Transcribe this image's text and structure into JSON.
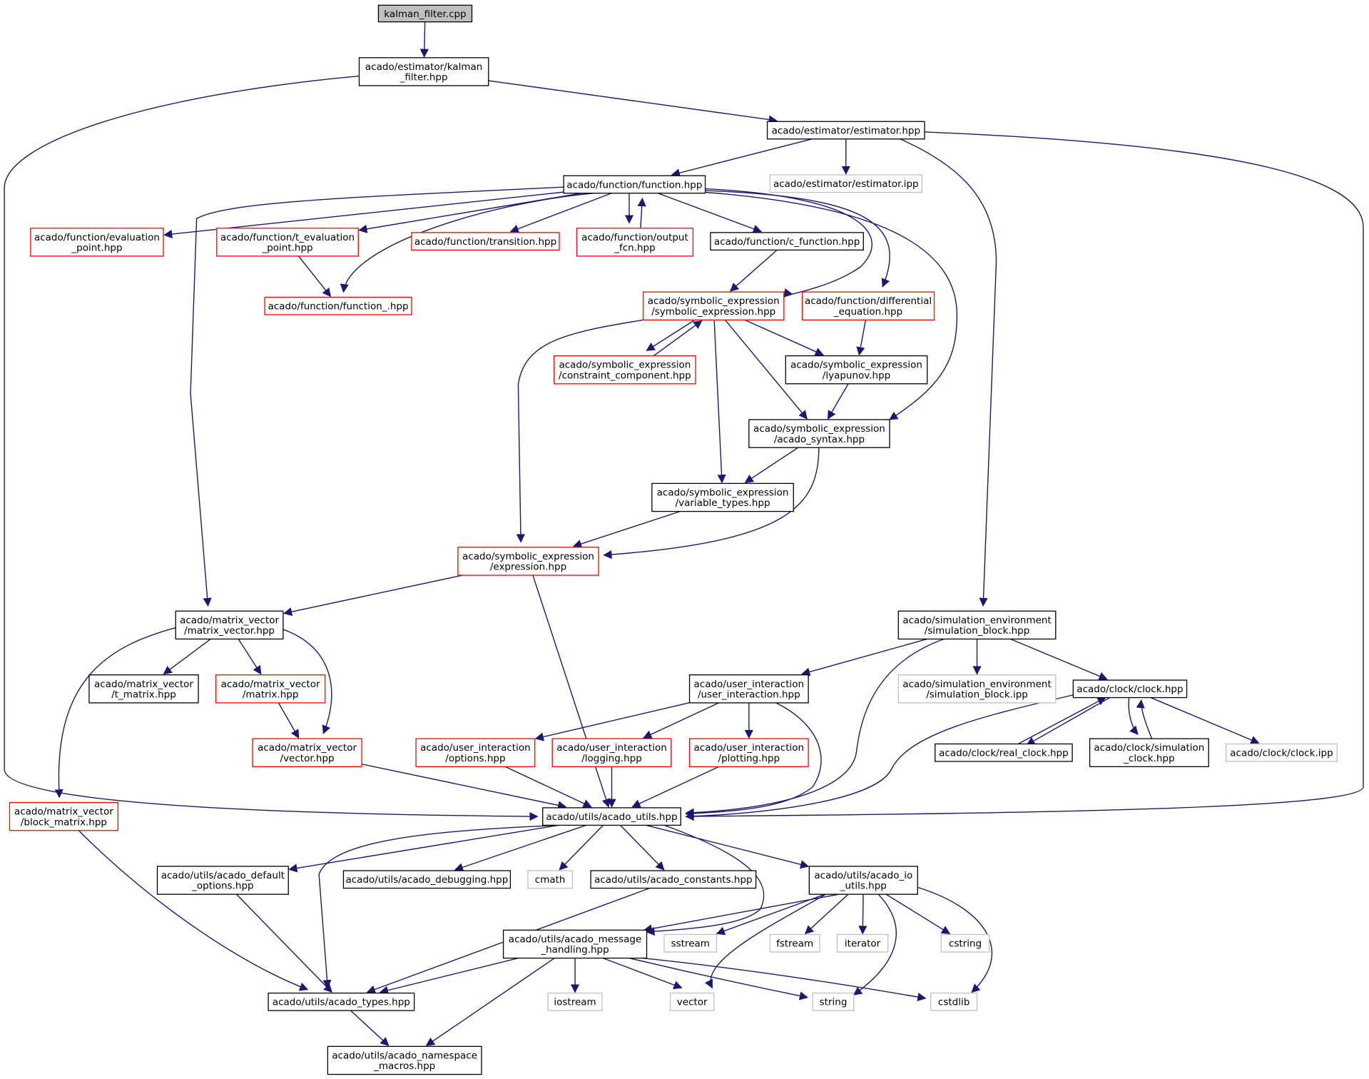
{
  "colors": {
    "edge": "#191970",
    "normal_border": "#000000",
    "truncated_border": "#ff0000",
    "external_border": "#bfbfbf",
    "root_fill": "#bfbfbf"
  },
  "nodes": {
    "kalman_cpp": {
      "lines": [
        "kalman_filter.cpp"
      ],
      "kind": "root"
    },
    "kalman_hpp": {
      "lines": [
        "acado/estimator/kalman",
        "_filter.hpp"
      ],
      "kind": "normal"
    },
    "estimator_hpp": {
      "lines": [
        "acado/estimator/estimator.hpp"
      ],
      "kind": "normal"
    },
    "estimator_ipp": {
      "lines": [
        "acado/estimator/estimator.ipp"
      ],
      "kind": "external"
    },
    "function_hpp": {
      "lines": [
        "acado/function/function.hpp"
      ],
      "kind": "normal"
    },
    "evaluation_point": {
      "lines": [
        "acado/function/evaluation",
        "_point.hpp"
      ],
      "kind": "truncated"
    },
    "t_evaluation_point": {
      "lines": [
        "acado/function/t_evaluation",
        "_point.hpp"
      ],
      "kind": "truncated"
    },
    "transition": {
      "lines": [
        "acado/function/transition.hpp"
      ],
      "kind": "truncated"
    },
    "output_fcn": {
      "lines": [
        "acado/function/output",
        "_fcn.hpp"
      ],
      "kind": "truncated"
    },
    "c_function": {
      "lines": [
        "acado/function/c_function.hpp"
      ],
      "kind": "normal"
    },
    "function_": {
      "lines": [
        "acado/function/function_.hpp"
      ],
      "kind": "truncated"
    },
    "symbolic_expression": {
      "lines": [
        "acado/symbolic_expression",
        "/symbolic_expression.hpp"
      ],
      "kind": "truncated"
    },
    "differential_equation": {
      "lines": [
        "acado/function/differential",
        "_equation.hpp"
      ],
      "kind": "truncated"
    },
    "constraint_component": {
      "lines": [
        "acado/symbolic_expression",
        "/constraint_component.hpp"
      ],
      "kind": "truncated"
    },
    "lyapunov": {
      "lines": [
        "acado/symbolic_expression",
        "/lyapunov.hpp"
      ],
      "kind": "normal"
    },
    "acado_syntax": {
      "lines": [
        "acado/symbolic_expression",
        "/acado_syntax.hpp"
      ],
      "kind": "normal"
    },
    "variable_types": {
      "lines": [
        "acado/symbolic_expression",
        "/variable_types.hpp"
      ],
      "kind": "normal"
    },
    "expression": {
      "lines": [
        "acado/symbolic_expression",
        "/expression.hpp"
      ],
      "kind": "truncated"
    },
    "matrix_vector": {
      "lines": [
        "acado/matrix_vector",
        "/matrix_vector.hpp"
      ],
      "kind": "normal"
    },
    "t_matrix": {
      "lines": [
        "acado/matrix_vector",
        "/t_matrix.hpp"
      ],
      "kind": "normal"
    },
    "matrix": {
      "lines": [
        "acado/matrix_vector",
        "/matrix.hpp"
      ],
      "kind": "truncated"
    },
    "vector": {
      "lines": [
        "acado/matrix_vector",
        "/vector.hpp"
      ],
      "kind": "truncated"
    },
    "block_matrix": {
      "lines": [
        "acado/matrix_vector",
        "/block_matrix.hpp"
      ],
      "kind": "truncated"
    },
    "simulation_block": {
      "lines": [
        "acado/simulation_environment",
        "/simulation_block.hpp"
      ],
      "kind": "normal"
    },
    "simulation_block_ipp": {
      "lines": [
        "acado/simulation_environment",
        "/simulation_block.ipp"
      ],
      "kind": "external"
    },
    "user_interaction": {
      "lines": [
        "acado/user_interaction",
        "/user_interaction.hpp"
      ],
      "kind": "normal"
    },
    "clock_hpp": {
      "lines": [
        "acado/clock/clock.hpp"
      ],
      "kind": "normal"
    },
    "options": {
      "lines": [
        "acado/user_interaction",
        "/options.hpp"
      ],
      "kind": "truncated"
    },
    "logging": {
      "lines": [
        "acado/user_interaction",
        "/logging.hpp"
      ],
      "kind": "truncated"
    },
    "plotting": {
      "lines": [
        "acado/user_interaction",
        "/plotting.hpp"
      ],
      "kind": "truncated"
    },
    "real_clock": {
      "lines": [
        "acado/clock/real_clock.hpp"
      ],
      "kind": "normal"
    },
    "simulation_clock": {
      "lines": [
        "acado/clock/simulation",
        "_clock.hpp"
      ],
      "kind": "normal"
    },
    "clock_ipp": {
      "lines": [
        "acado/clock/clock.ipp"
      ],
      "kind": "external"
    },
    "acado_utils": {
      "lines": [
        "acado/utils/acado_utils.hpp"
      ],
      "kind": "normal"
    },
    "default_options": {
      "lines": [
        "acado/utils/acado_default",
        "_options.hpp"
      ],
      "kind": "normal"
    },
    "debugging": {
      "lines": [
        "acado/utils/acado_debugging.hpp"
      ],
      "kind": "normal"
    },
    "cmath": {
      "lines": [
        "cmath"
      ],
      "kind": "external"
    },
    "constants": {
      "lines": [
        "acado/utils/acado_constants.hpp"
      ],
      "kind": "normal"
    },
    "io_utils": {
      "lines": [
        "acado/utils/acado_io",
        "_utils.hpp"
      ],
      "kind": "normal"
    },
    "message_handling": {
      "lines": [
        "acado/utils/acado_message",
        "_handling.hpp"
      ],
      "kind": "normal"
    },
    "sstream": {
      "lines": [
        "sstream"
      ],
      "kind": "external"
    },
    "fstream": {
      "lines": [
        "fstream"
      ],
      "kind": "external"
    },
    "iterator": {
      "lines": [
        "iterator"
      ],
      "kind": "external"
    },
    "cstring": {
      "lines": [
        "cstring"
      ],
      "kind": "external"
    },
    "types": {
      "lines": [
        "acado/utils/acado_types.hpp"
      ],
      "kind": "normal"
    },
    "iostream": {
      "lines": [
        "iostream"
      ],
      "kind": "external"
    },
    "vector_std": {
      "lines": [
        "vector"
      ],
      "kind": "external"
    },
    "string_std": {
      "lines": [
        "string"
      ],
      "kind": "external"
    },
    "cstdlib": {
      "lines": [
        "cstdlib"
      ],
      "kind": "external"
    },
    "namespace_macros": {
      "lines": [
        "acado/utils/acado_namespace",
        "_macros.hpp"
      ],
      "kind": "normal"
    }
  },
  "edges": [
    [
      "kalman_cpp",
      "kalman_hpp"
    ],
    [
      "kalman_hpp",
      "estimator_hpp"
    ],
    [
      "kalman_hpp",
      "acado_utils"
    ],
    [
      "estimator_hpp",
      "function_hpp"
    ],
    [
      "estimator_hpp",
      "estimator_ipp"
    ],
    [
      "estimator_hpp",
      "simulation_block"
    ],
    [
      "estimator_hpp",
      "acado_utils"
    ],
    [
      "function_hpp",
      "evaluation_point"
    ],
    [
      "function_hpp",
      "t_evaluation_point"
    ],
    [
      "function_hpp",
      "function_"
    ],
    [
      "function_hpp",
      "transition"
    ],
    [
      "function_hpp",
      "output_fcn"
    ],
    [
      "output_fcn",
      "function_hpp"
    ],
    [
      "function_hpp",
      "c_function"
    ],
    [
      "function_hpp",
      "symbolic_expression"
    ],
    [
      "function_hpp",
      "differential_equation"
    ],
    [
      "function_hpp",
      "acado_syntax"
    ],
    [
      "function_hpp",
      "matrix_vector"
    ],
    [
      "t_evaluation_point",
      "function_"
    ],
    [
      "c_function",
      "symbolic_expression"
    ],
    [
      "symbolic_expression",
      "constraint_component"
    ],
    [
      "constraint_component",
      "symbolic_expression"
    ],
    [
      "symbolic_expression",
      "lyapunov"
    ],
    [
      "symbolic_expression",
      "acado_syntax"
    ],
    [
      "symbolic_expression",
      "variable_types"
    ],
    [
      "symbolic_expression",
      "expression"
    ],
    [
      "differential_equation",
      "lyapunov"
    ],
    [
      "lyapunov",
      "acado_syntax"
    ],
    [
      "acado_syntax",
      "variable_types"
    ],
    [
      "acado_syntax",
      "expression"
    ],
    [
      "variable_types",
      "expression"
    ],
    [
      "expression",
      "matrix_vector"
    ],
    [
      "expression",
      "acado_utils"
    ],
    [
      "matrix_vector",
      "t_matrix"
    ],
    [
      "matrix_vector",
      "matrix"
    ],
    [
      "matrix_vector",
      "vector"
    ],
    [
      "matrix_vector",
      "block_matrix"
    ],
    [
      "matrix",
      "vector"
    ],
    [
      "vector",
      "acado_utils"
    ],
    [
      "block_matrix",
      "types"
    ],
    [
      "simulation_block",
      "user_interaction"
    ],
    [
      "simulation_block",
      "simulation_block_ipp"
    ],
    [
      "simulation_block",
      "clock_hpp"
    ],
    [
      "simulation_block",
      "acado_utils"
    ],
    [
      "user_interaction",
      "options"
    ],
    [
      "user_interaction",
      "logging"
    ],
    [
      "user_interaction",
      "plotting"
    ],
    [
      "user_interaction",
      "acado_utils"
    ],
    [
      "options",
      "acado_utils"
    ],
    [
      "logging",
      "acado_utils"
    ],
    [
      "plotting",
      "acado_utils"
    ],
    [
      "clock_hpp",
      "real_clock"
    ],
    [
      "real_clock",
      "clock_hpp"
    ],
    [
      "clock_hpp",
      "simulation_clock"
    ],
    [
      "simulation_clock",
      "clock_hpp"
    ],
    [
      "clock_hpp",
      "clock_ipp"
    ],
    [
      "clock_hpp",
      "acado_utils"
    ],
    [
      "acado_utils",
      "default_options"
    ],
    [
      "acado_utils",
      "debugging"
    ],
    [
      "acado_utils",
      "cmath"
    ],
    [
      "acado_utils",
      "constants"
    ],
    [
      "acado_utils",
      "io_utils"
    ],
    [
      "acado_utils",
      "message_handling"
    ],
    [
      "acado_utils",
      "types"
    ],
    [
      "default_options",
      "types"
    ],
    [
      "constants",
      "types"
    ],
    [
      "io_utils",
      "message_handling"
    ],
    [
      "io_utils",
      "sstream"
    ],
    [
      "io_utils",
      "fstream"
    ],
    [
      "io_utils",
      "iterator"
    ],
    [
      "io_utils",
      "cstring"
    ],
    [
      "io_utils",
      "vector_std"
    ],
    [
      "io_utils",
      "string_std"
    ],
    [
      "io_utils",
      "cstdlib"
    ],
    [
      "message_handling",
      "types"
    ],
    [
      "message_handling",
      "namespace_macros"
    ],
    [
      "message_handling",
      "iostream"
    ],
    [
      "message_handling",
      "vector_std"
    ],
    [
      "message_handling",
      "string_std"
    ],
    [
      "message_handling",
      "cstdlib"
    ],
    [
      "types",
      "namespace_macros"
    ]
  ]
}
